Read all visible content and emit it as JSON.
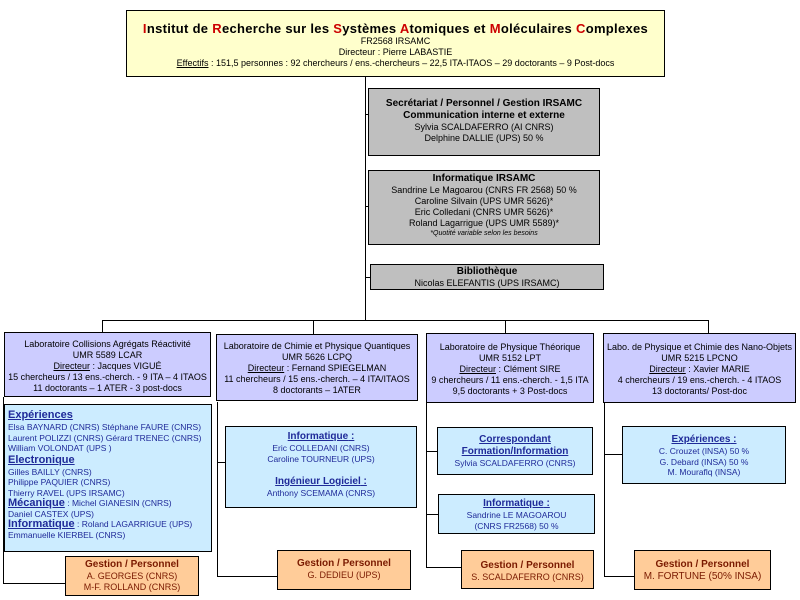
{
  "institute": {
    "title_parts": [
      {
        "initial": "I",
        "rest": "nstitut de "
      },
      {
        "initial": "R",
        "rest": "echerche sur les "
      },
      {
        "initial": "S",
        "rest": "ystèmes "
      },
      {
        "initial": "A",
        "rest": "tomiques et "
      },
      {
        "initial": "M",
        "rest": "oléculaires "
      },
      {
        "initial": "C",
        "rest": "omplexes"
      }
    ],
    "code": "FR2568 IRSAMC",
    "director": "Directeur : Pierre LABASTIE",
    "effectifs_label": "Effectifs",
    "effectifs_text": " : 151,5 personnes : 92 chercheurs / ens.-chercheurs – 22,5  ITA-ITAOS – 29 doctorants – 9 Post-docs"
  },
  "secretariat": {
    "title1": "Secrétariat / Personnel / Gestion IRSAMC",
    "title2": "Communication interne et externe",
    "line1": "Sylvia SCALDAFERRO (AI CNRS)",
    "line2": "Delphine DALLIE (UPS) 50 %"
  },
  "informatique": {
    "title": "Informatique IRSAMC",
    "lines": [
      "Sandrine Le Magoarou (CNRS FR 2568) 50 %",
      "Caroline Silvain (UPS UMR 5626)*",
      "Eric Colledani (CNRS UMR 5626)*",
      "Roland Lagarrigue (UPS UMR 5589)*"
    ],
    "note": "*Quotité variable selon les besoins"
  },
  "bibliotheque": {
    "title": "Bibliothèque",
    "line1": "Nicolas ELEFANTIS (UPS IRSAMC)"
  },
  "labs": [
    {
      "name": "Laboratoire Collisions Agrégats Réactivité",
      "umr": "UMR 5589 LCAR",
      "director_label": "Directeur",
      "director_name": " : Jacques VIGUÉ",
      "line1": "15 chercheurs / 13 ens.-cherch. - 9 ITA – 4  ITAOS",
      "line2": "11 doctorants – 1 ATER - 3 post-docs"
    },
    {
      "name": "Laboratoire de Chimie et Physique Quantiques",
      "umr": "UMR 5626 LCPQ",
      "director_label": "Directeur",
      "director_name": " : Fernand SPIEGELMAN",
      "line1": "11 chercheurs / 15 ens.-cherch. – 4 ITA/ITAOS",
      "line2": "8 doctorants – 1ATER"
    },
    {
      "name": "Laboratoire de Physique Théorique",
      "umr": "UMR 5152 LPT",
      "director_label": "Directeur",
      "director_name": " : Clément SIRE",
      "line1": "9 chercheurs / 11 ens.-cherch. - 1,5 ITA",
      "line2": "9,5 doctorants + 3 Post-docs"
    },
    {
      "name": "Labo. de Physique et Chimie des Nano-Objets",
      "umr": "UMR 5215 LPCNO",
      "director_label": "Directeur",
      "director_name": " : Xavier MARIE",
      "line1": "4 chercheurs / 19 ens.-cherch. - 4  ITAOS",
      "line2": "13 doctorants/ Post-doc"
    }
  ],
  "lcar_services": {
    "experiences_label": "Expériences",
    "experiences_lines": [
      "Elsa BAYNARD (CNRS) Stéphane FAURE (CNRS)",
      "Laurent POLIZZI (CNRS) Gérard TRENEC (CNRS)",
      "William VOLONDAT (UPS )"
    ],
    "electronique_label": "Electronique",
    "electronique_lines": [
      "Gilles BAILLY (CNRS)",
      "Philippe PAQUIER (CNRS)",
      "Thierry RAVEL (UPS IRSAMC)"
    ],
    "mecanique_label": "Mécanique",
    "mecanique_inline": "Michel GIANESIN (CNRS)",
    "mecanique_lines": [
      "Daniel CASTEX (UPS)"
    ],
    "informatique_label": "Informatique",
    "informatique_inline": "Roland LAGARRIGUE (UPS)",
    "informatique_lines": [
      "Emmanuelle KIERBEL (CNRS)"
    ]
  },
  "lcpq_services": {
    "informatique_label": "Informatique",
    "informatique_lines": [
      "Eric COLLEDANI (CNRS)",
      "Caroline TOURNEUR (UPS)"
    ],
    "ingenieur_label": "Ingénieur Logiciel",
    "ingenieur_lines": [
      "Anthony SCEMAMA (CNRS)"
    ]
  },
  "lpt_correspondant": {
    "label1": "Correspondant",
    "label2": "Formation/Information",
    "line1": "Sylvia SCALDAFERRO (CNRS)"
  },
  "lpt_informatique": {
    "label": "Informatique",
    "line1": "Sandrine LE MAGOAROU",
    "line2": "(CNRS FR2568) 50 %"
  },
  "lpcno_services": {
    "label": "Expériences",
    "lines": [
      "C. Crouzet (INSA) 50 %",
      "G. Debard (INSA) 50 %",
      "M. Mouraflq (INSA)"
    ]
  },
  "gestion": [
    {
      "title": "Gestion / Personnel",
      "lines": [
        "A. GEORGES (CNRS)",
        "M-F. ROLLAND (CNRS)"
      ]
    },
    {
      "title": "Gestion / Personnel",
      "lines": [
        "G. DEDIEU (UPS)"
      ]
    },
    {
      "title": "Gestion / Personnel",
      "lines": [
        "S. SCALDAFERRO (CNRS)"
      ]
    },
    {
      "title": "Gestion / Personnel",
      "lines": [
        "M. FORTUNE (50% INSA)"
      ]
    }
  ],
  "colors": {
    "header_bg": "#ffffcc",
    "central_bg": "#bfbfbf",
    "lab_bg": "#ccccff",
    "service_bg": "#ccecff",
    "gestion_bg": "#ffcc99",
    "title_initial": "#cc0000",
    "service_label": "#1f2a99"
  }
}
